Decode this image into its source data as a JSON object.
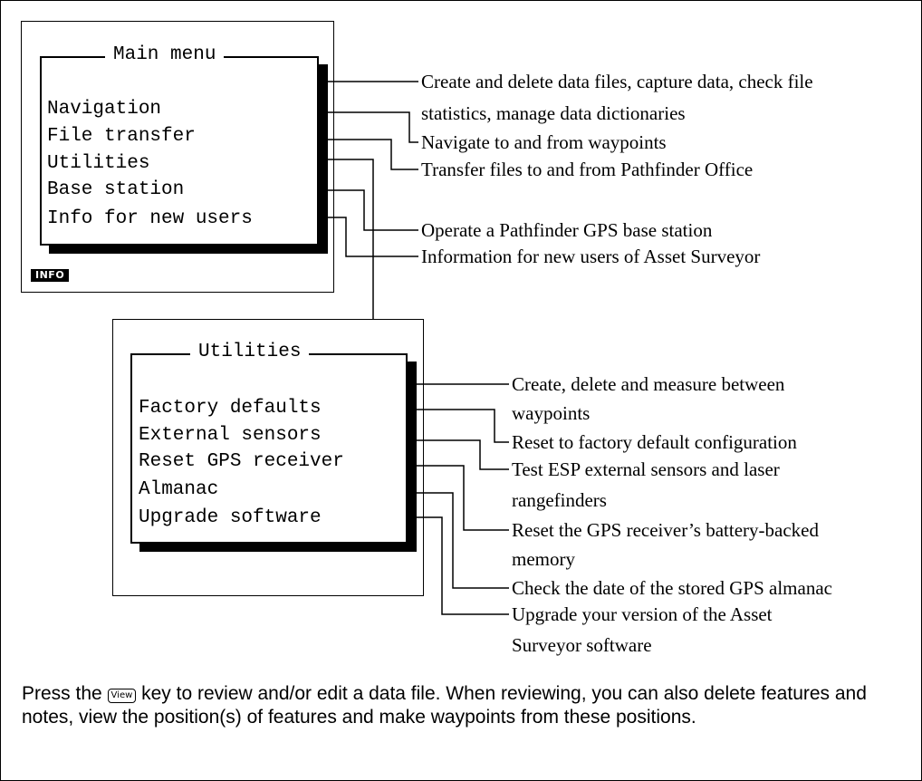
{
  "main_menu": {
    "title": "Main menu",
    "items": [
      "Navigation",
      "File transfer",
      "Utilities",
      "Base station",
      "Info for new users"
    ],
    "info_badge": "INFO"
  },
  "main_descriptions": [
    "Create and delete data files, capture data, check file",
    "statistics, manage data dictionaries",
    "Navigate to and from waypoints",
    "Transfer files to and from Pathfinder Office",
    "Operate a Pathfinder GPS base station",
    "Information for new users of Asset Surveyor"
  ],
  "utilities_menu": {
    "title": "Utilities",
    "items": [
      "Factory defaults",
      "External sensors",
      "Reset GPS receiver",
      "Almanac",
      "Upgrade software"
    ]
  },
  "utilities_descriptions": [
    "Create, delete and measure between",
    "waypoints",
    "Reset to factory default configuration",
    "Test ESP external sensors and laser",
    "rangefinders",
    "Reset the GPS receiver’s battery-backed",
    "memory",
    "Check the date of the stored GPS almanac",
    "Upgrade your version of the Asset",
    "Surveyor software"
  ],
  "footer": {
    "before_key": "Press the ",
    "key_label": "View",
    "after_key": " key to review and/or edit a data file. When reviewing, you can also delete features and notes, view the position(s) of features and make waypoints from these positions."
  }
}
